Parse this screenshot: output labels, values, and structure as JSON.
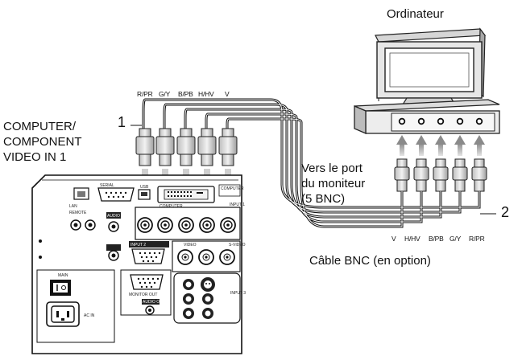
{
  "labels": {
    "computer_title": "Ordinateur",
    "input_label_line1": "COMPUTER/",
    "input_label_line2": "COMPONENT",
    "input_label_line3": "VIDEO IN 1",
    "port_label_line1": "Vers le port",
    "port_label_line2": "du moniteur",
    "port_label_line3": "(5 BNC)",
    "cable_caption": "Câble BNC (en option)",
    "callout_1": "1",
    "callout_2": "2"
  },
  "projector_connectors": [
    "R/PR",
    "G/Y",
    "B/PB",
    "H/HV",
    "V"
  ],
  "computer_connectors": [
    "V",
    "H/HV",
    "B/PB",
    "G/Y",
    "R/PR"
  ],
  "panel": {
    "serial": "SERIAL",
    "usb": "USB",
    "computer": "COMPUTER",
    "lan": "LAN",
    "remote": "REMOTE",
    "input1": "INPUT 1",
    "input2": "INPUT 2",
    "input3": "INPUT 3",
    "audio_in": "AUDIO IN",
    "monitor_out": "MONITOR OUT",
    "audio_out": "AUDIO OUT",
    "video": "VIDEO",
    "s_video": "S-VIDEO",
    "main": "MAIN",
    "ac_in": "AC IN"
  }
}
